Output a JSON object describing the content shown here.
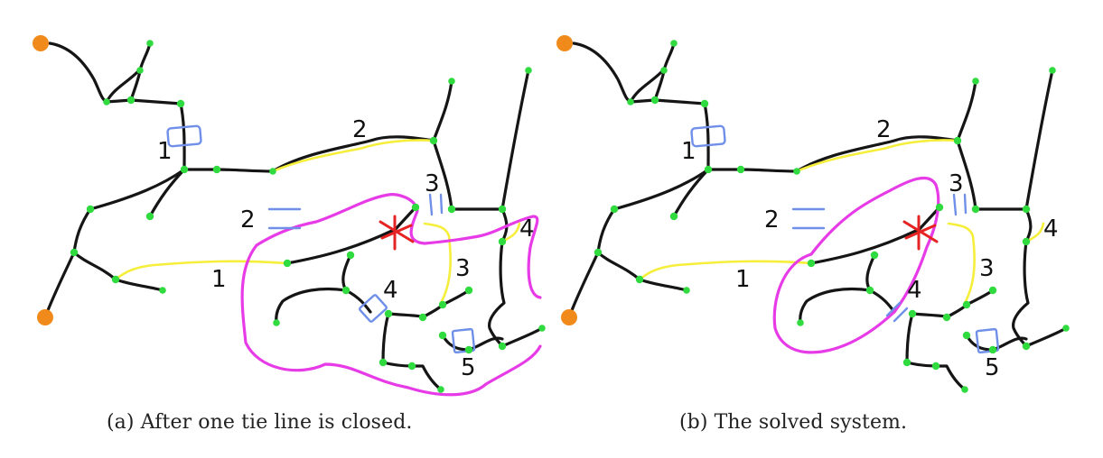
{
  "captions": {
    "a": "(a) After one tie line is closed.",
    "b": "(b) The solved system."
  },
  "colors": {
    "line": "#151515",
    "tie_line": "#f5ee3b",
    "fault_zone": "#e63be6",
    "switch": "#6f8fe8",
    "fault": "#e52323",
    "node": "#2fdb3f",
    "source": "#f08b1b"
  },
  "labels": {
    "left": {
      "l1_small": "1",
      "l2_top": "2",
      "l3_top": "3",
      "l4_right": "4",
      "l2_left": "2",
      "l1_mid": "1",
      "l3_mid": "3",
      "l4_mid": "4",
      "l5_bottom": "5"
    },
    "right": {
      "l1_small": "1",
      "l2_top": "2",
      "l3_top": "3",
      "l4_right": "4",
      "l2_left": "2",
      "l1_mid": "1",
      "l3_mid": "3",
      "l4_mid": "4",
      "l5_bottom": "5"
    }
  }
}
